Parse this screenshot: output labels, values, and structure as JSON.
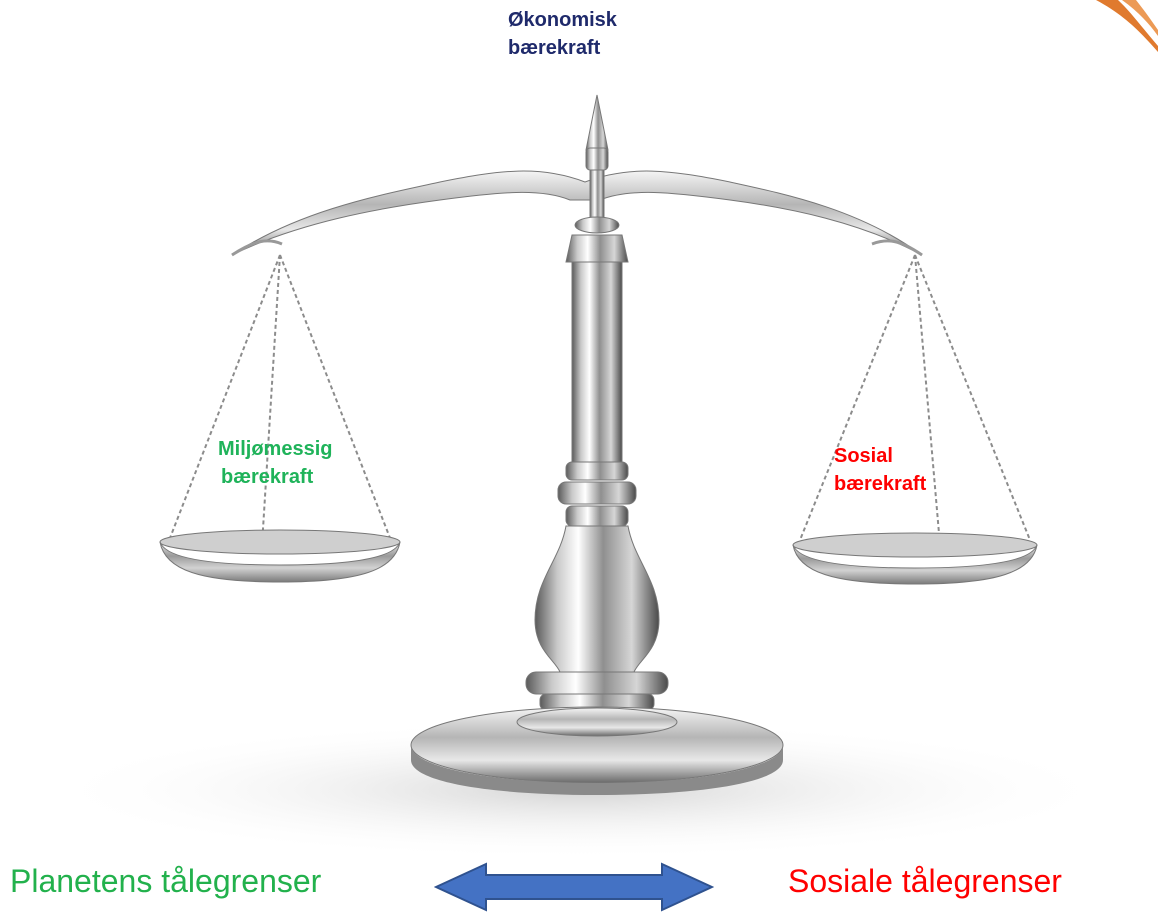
{
  "labels": {
    "top": {
      "line1": "Økonomisk",
      "line2": "bærekraft"
    },
    "left": {
      "line1": "Miljømessig",
      "line2": "bærekraft"
    },
    "right": {
      "line1": "Sosial",
      "line2": "bærekraft"
    },
    "bottom_left": "Planetens tålegrenser",
    "bottom_right": "Sosiale tålegrenser"
  },
  "colors": {
    "top_label": "#1f2a6b",
    "left_label": "#1fb35a",
    "right_label": "#ff0000",
    "bottom_left": "#22b14c",
    "bottom_right": "#ff0000",
    "arrow_fill": "#4472c4",
    "arrow_stroke": "#2f528f",
    "corner_ribbon": "#e07a2e"
  },
  "icons": {
    "illustration": "balance-scale-icon",
    "arrow": "double-arrow-icon"
  }
}
